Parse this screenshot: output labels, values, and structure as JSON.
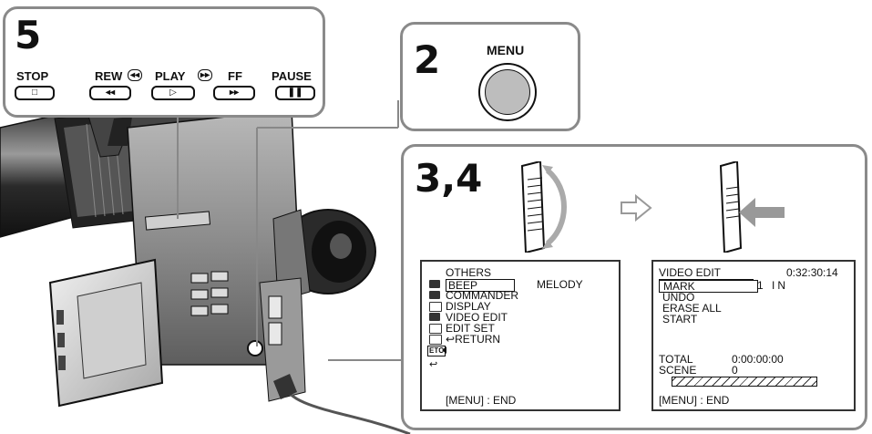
{
  "step5": {
    "number": "5",
    "buttons": [
      {
        "label": "STOP",
        "glyph": "□"
      },
      {
        "label": "REW",
        "glyph": "◂◂"
      },
      {
        "label": "PLAY",
        "glyph": "▷"
      },
      {
        "label": "FF",
        "glyph": "▸▸"
      },
      {
        "label": "PAUSE",
        "glyph": "❚❚"
      }
    ],
    "rew_icon": "◂◂",
    "ff_icon": "▸▸"
  },
  "step2": {
    "number": "2",
    "label": "MENU"
  },
  "step34": {
    "number": "3,4"
  },
  "left_screen": {
    "header": "OTHERS",
    "items": [
      {
        "label": "BEEP",
        "value": "MELODY",
        "icon": "VCR"
      },
      {
        "label": "COMMANDER",
        "icon": "CAM"
      },
      {
        "label": "DISPLAY",
        "icon": "LCD"
      },
      {
        "label": "VIDEO EDIT",
        "icon": "TAPE"
      },
      {
        "label": "EDIT SET",
        "icon": "SET"
      },
      {
        "label": "RETURN",
        "icon": "ETC"
      }
    ],
    "etc_icon": "ETC",
    "return_symbol": "↩",
    "footer": "[MENU] : END"
  },
  "right_screen": {
    "title": "VIDEO EDIT",
    "time": "0:32:30:14",
    "items": [
      "MARK",
      "UNDO",
      "ERASE ALL",
      "START"
    ],
    "mark_value": "1 IN",
    "total_label": "TOTAL",
    "total_value": "0:00:00:00",
    "scene_label": "SCENE",
    "scene_value": "0",
    "footer": "[MENU] : END"
  },
  "colors": {
    "panel_border": "#8a8a8a",
    "arrow": "#999999"
  }
}
